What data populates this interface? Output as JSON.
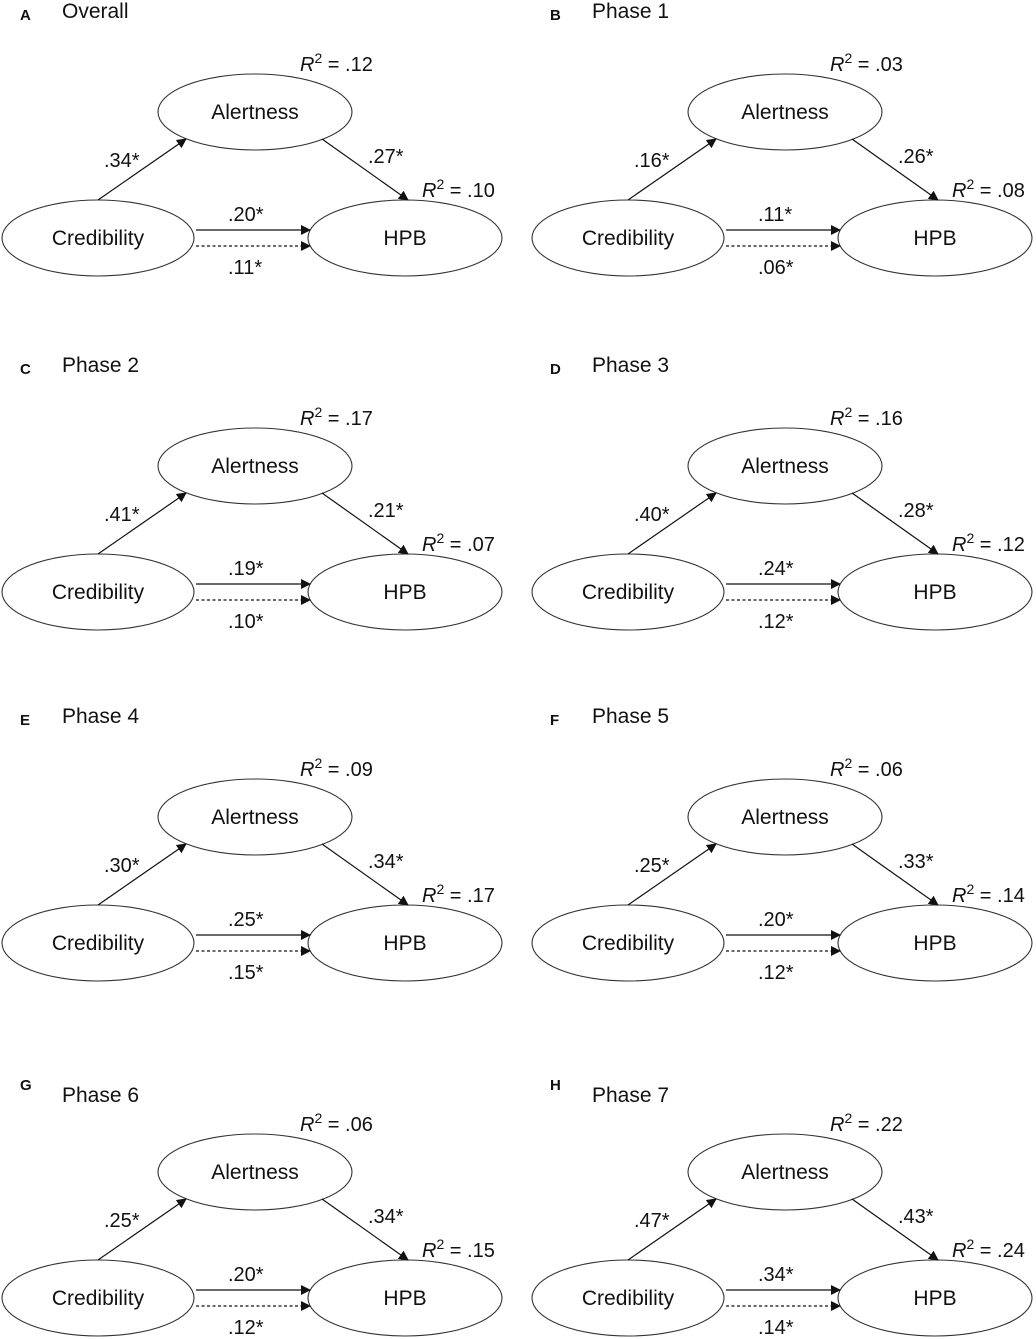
{
  "nodes": {
    "mediator": "Alertness",
    "predictor": "Credibility",
    "outcome": "HPB"
  },
  "r2_label": "R",
  "r2_superscript": "2",
  "panels": [
    {
      "letter": "A",
      "title": "Overall",
      "r2_alertness": ".12",
      "r2_hpb": ".10",
      "a_path": ".34*",
      "b_path": ".27*",
      "direct": ".20*",
      "indirect": ".11*"
    },
    {
      "letter": "B",
      "title": "Phase 1",
      "r2_alertness": ".03",
      "r2_hpb": ".08",
      "a_path": ".16*",
      "b_path": ".26*",
      "direct": ".11*",
      "indirect": ".06*"
    },
    {
      "letter": "C",
      "title": "Phase 2",
      "r2_alertness": ".17",
      "r2_hpb": ".07",
      "a_path": ".41*",
      "b_path": ".21*",
      "direct": ".19*",
      "indirect": ".10*"
    },
    {
      "letter": "D",
      "title": "Phase 3",
      "r2_alertness": ".16",
      "r2_hpb": ".12",
      "a_path": ".40*",
      "b_path": ".28*",
      "direct": ".24*",
      "indirect": ".12*"
    },
    {
      "letter": "E",
      "title": "Phase 4",
      "r2_alertness": ".09",
      "r2_hpb": ".17",
      "a_path": ".30*",
      "b_path": ".34*",
      "direct": ".25*",
      "indirect": ".15*"
    },
    {
      "letter": "F",
      "title": "Phase 5",
      "r2_alertness": ".06",
      "r2_hpb": ".14",
      "a_path": ".25*",
      "b_path": ".33*",
      "direct": ".20*",
      "indirect": ".12*"
    },
    {
      "letter": "G",
      "title": "Phase 6",
      "r2_alertness": ".06",
      "r2_hpb": ".15",
      "a_path": ".25*",
      "b_path": ".34*",
      "direct": ".20*",
      "indirect": ".12*"
    },
    {
      "letter": "H",
      "title": "Phase 7",
      "r2_alertness": ".22",
      "r2_hpb": ".24",
      "a_path": ".47*",
      "b_path": ".43*",
      "direct": ".34*",
      "indirect": ".14*"
    }
  ]
}
